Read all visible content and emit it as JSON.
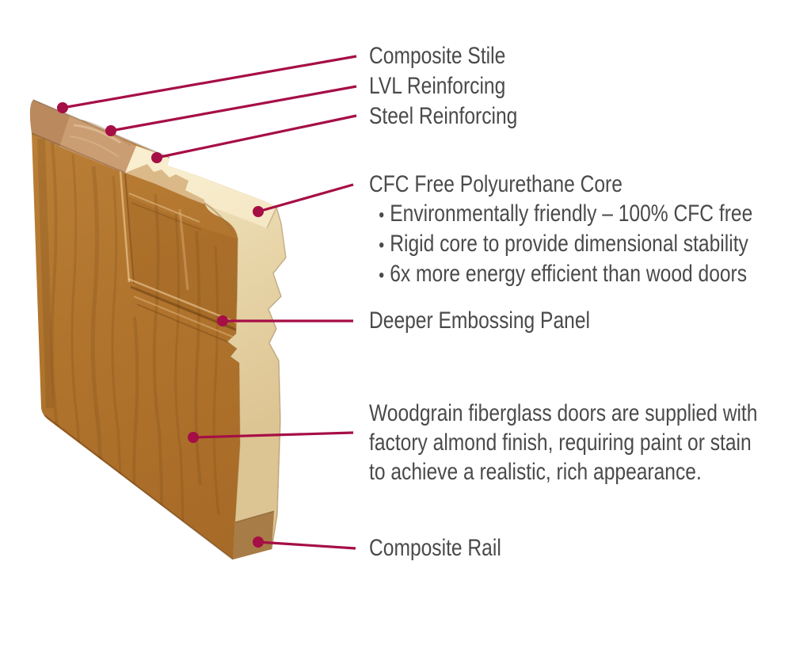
{
  "page": {
    "background": "#ffffff"
  },
  "style": {
    "accent_color": "#A60E46",
    "text_color": "#4A4A4A",
    "door_face_color": "#B1752E",
    "door_core_color": "#E9D8AC",
    "door_lvl_color": "#CB9D73",
    "door_veneer_color": "#BA8A5E",
    "door_rail_color": "#A87C46"
  },
  "bullet_glyph": "•",
  "callouts": [
    {
      "id": "composite-stile",
      "label": "Composite Stile"
    },
    {
      "id": "lvl-reinforcing",
      "label": "LVL Reinforcing"
    },
    {
      "id": "steel-reinforcing",
      "label": "Steel Reinforcing"
    },
    {
      "id": "cfc-free-polyurethane-core",
      "label": "CFC Free Polyurethane Core",
      "bullets": [
        "Environmentally friendly – 100% CFC free",
        "Rigid core to provide dimensional stability",
        "6x more energy efficient than wood doors"
      ]
    },
    {
      "id": "deeper-embossing-panel",
      "label": "Deeper Embossing Panel"
    },
    {
      "id": "woodgrain-note",
      "lines": [
        "Woodgrain fiberglass doors are supplied with",
        "factory almond finish, requiring paint or stain",
        "to achieve a realistic, rich appearance."
      ]
    },
    {
      "id": "composite-rail",
      "label": "Composite Rail"
    }
  ]
}
